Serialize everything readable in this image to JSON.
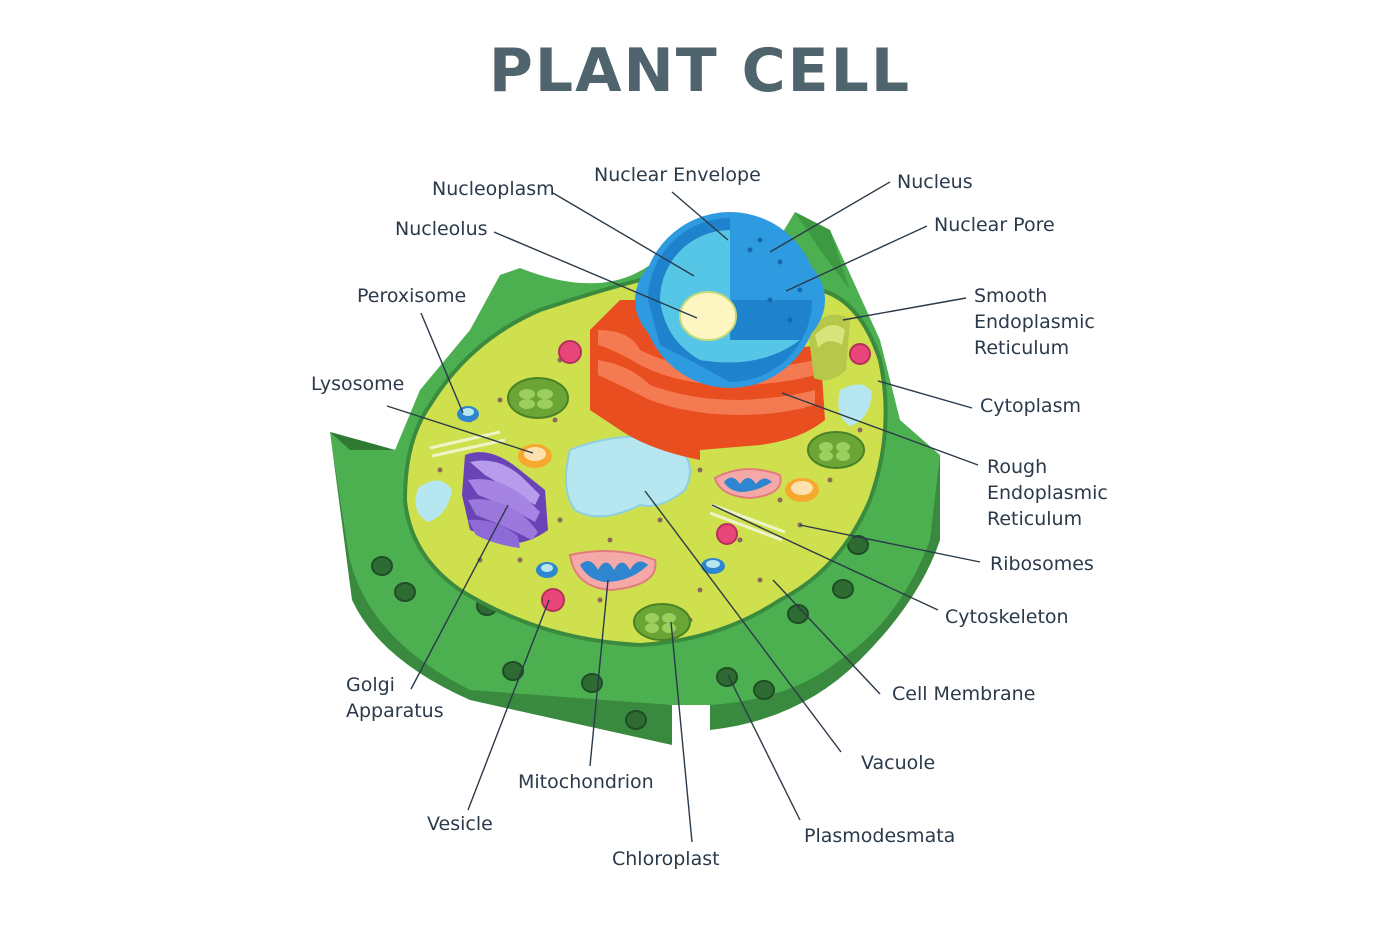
{
  "title": "PLANT CELL",
  "colors": {
    "wall_light": "#4caf50",
    "wall_dark": "#398a3e",
    "cytoplasm": "#cfe04e",
    "nucleus": "#2e9ae0",
    "nucleoplasm": "#56c6e6",
    "nucleolus": "#fdf6c2",
    "rough_er": "#e84e1f",
    "golgi": "#8e6ad8",
    "vacuole": "#b6e6f0",
    "chloroplast": "#6aa536",
    "mitochondrion": "#f4a8a8",
    "vesicle": "#e8457a",
    "label_text": "#2b3a4a"
  },
  "labels": {
    "nucleoplasm": "Nucleoplasm",
    "nuclear_envelope": "Nuclear Envelope",
    "nucleus": "Nucleus",
    "nucleolus": "Nucleolus",
    "nuclear_pore": "Nuclear Pore",
    "peroxisome": "Peroxisome",
    "smooth_er": [
      "Smooth",
      "Endoplasmic",
      "Reticulum"
    ],
    "lysosome": "Lysosome",
    "cytoplasm": "Cytoplasm",
    "rough_er": [
      "Rough",
      "Endoplasmic",
      "Reticulum"
    ],
    "ribosomes": "Ribosomes",
    "cytoskeleton": "Cytoskeleton",
    "golgi": [
      "Golgi",
      "Apparatus"
    ],
    "cell_membrane": "Cell Membrane",
    "vacuole": "Vacuole",
    "mitochondrion": "Mitochondrion",
    "vesicle": "Vesicle",
    "plasmodesmata": "Plasmodesmata",
    "chloroplast": "Chloroplast"
  }
}
